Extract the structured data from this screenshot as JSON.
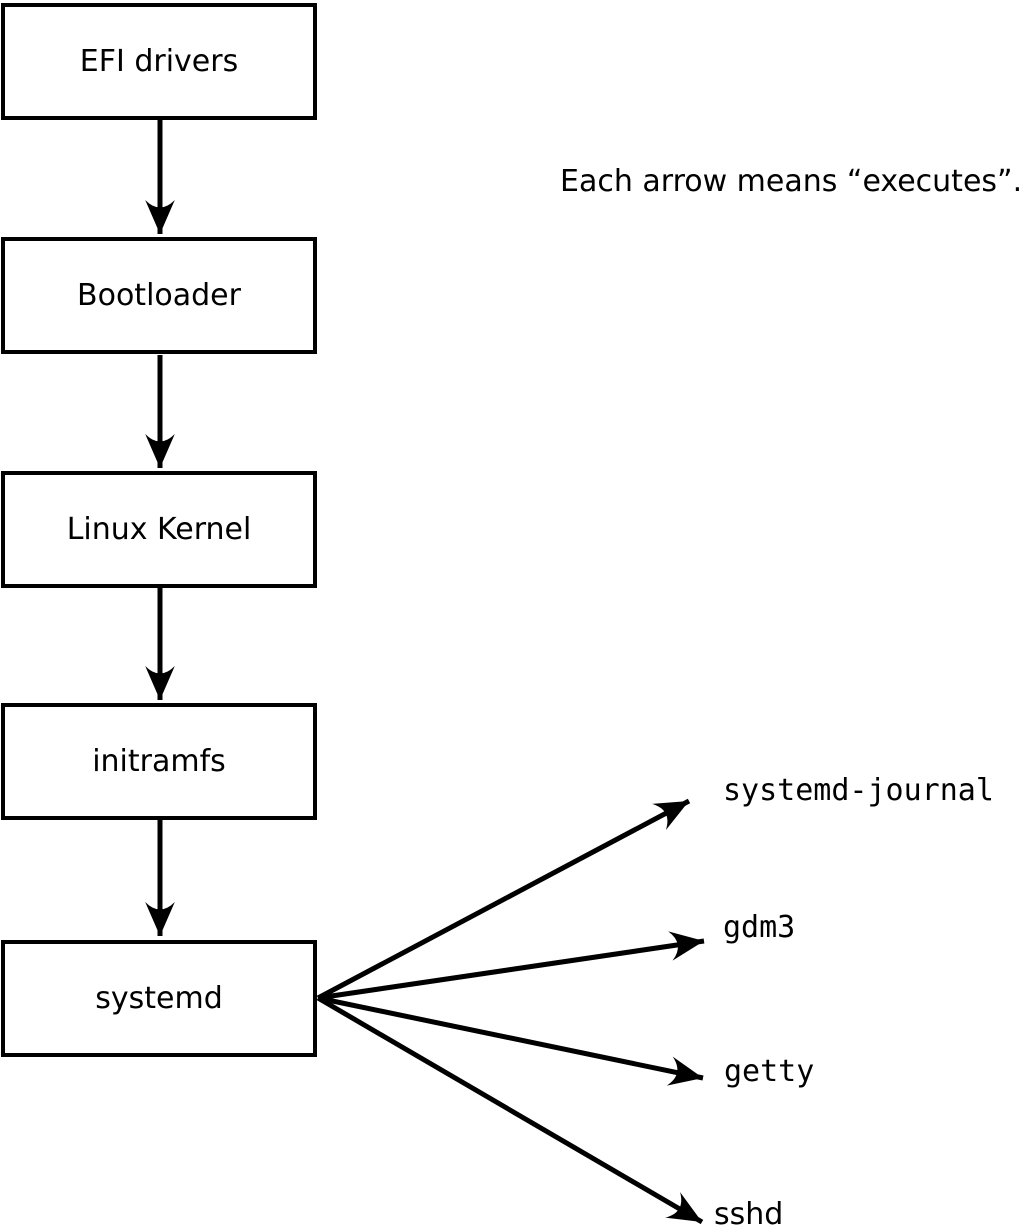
{
  "diagram": {
    "title": "",
    "note": "Each arrow means “executes”.",
    "arrow_meaning": "executes",
    "colors": {
      "stroke": "#000000",
      "box_fill": "#ffffff",
      "background": "#ffffff",
      "text": "#000000"
    },
    "chain": [
      {
        "label": "EFI drivers"
      },
      {
        "label": "Bootloader"
      },
      {
        "label": "Linux Kernel"
      },
      {
        "label": "initramfs"
      },
      {
        "label": "systemd"
      }
    ],
    "services": [
      {
        "label": "systemd-journal"
      },
      {
        "label": "gdm3"
      },
      {
        "label": "getty"
      },
      {
        "label": "sshd"
      }
    ],
    "edges": [
      {
        "from": "EFI drivers",
        "to": "Bootloader"
      },
      {
        "from": "Bootloader",
        "to": "Linux Kernel"
      },
      {
        "from": "Linux Kernel",
        "to": "initramfs"
      },
      {
        "from": "initramfs",
        "to": "systemd"
      },
      {
        "from": "systemd",
        "to": "systemd-journal"
      },
      {
        "from": "systemd",
        "to": "gdm3"
      },
      {
        "from": "systemd",
        "to": "getty"
      },
      {
        "from": "systemd",
        "to": "sshd"
      }
    ]
  }
}
